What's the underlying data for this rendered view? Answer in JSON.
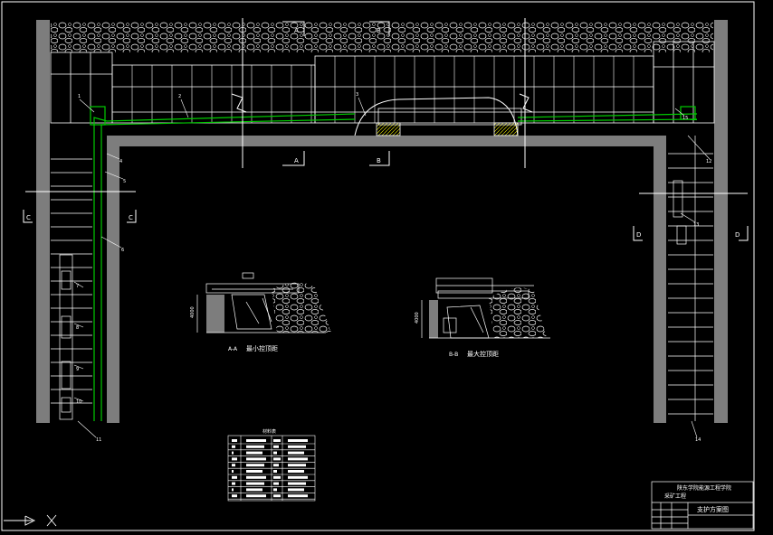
{
  "section_markers": {
    "a": "A",
    "b": "B",
    "c": "C",
    "d": "D"
  },
  "sections": {
    "aa": {
      "label": "A-A",
      "caption": "最小控顶距",
      "height": "4000"
    },
    "bb": {
      "label": "B-B",
      "caption": "最大控顶距",
      "height": "4000"
    }
  },
  "leaders": [
    "1",
    "2",
    "3",
    "4",
    "5",
    "6",
    "7",
    "8",
    "9",
    "10",
    "11",
    "12",
    "13",
    "14",
    "15"
  ],
  "title_block": {
    "school": "陕东学院能源工程学院",
    "major": "采矿工程",
    "drawing_title": "支护方案图"
  },
  "table_title": "材料表",
  "colors": {
    "background": "#000000",
    "line": "#ffffff",
    "track": "#00cc00",
    "wall": "#808080",
    "hatch": "#ffff00"
  }
}
